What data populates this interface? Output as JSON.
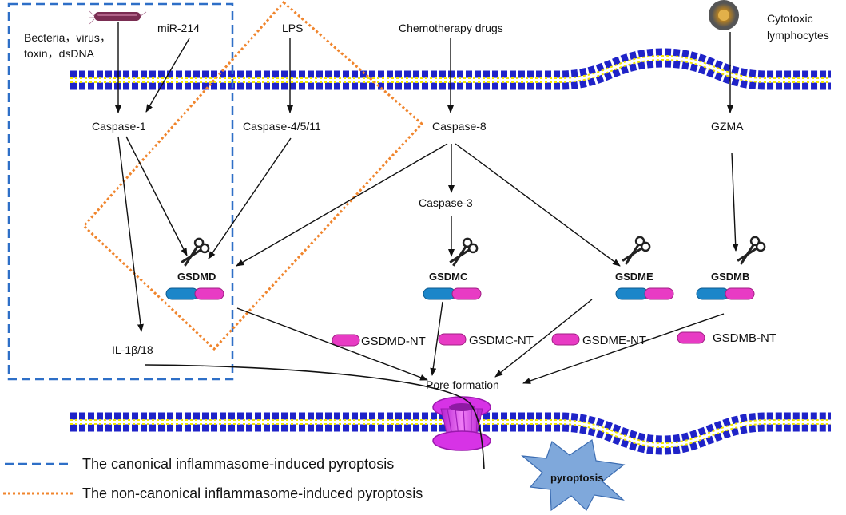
{
  "stimuli": {
    "bacteria": "Becteria，virus，",
    "bacteria_line2": "toxin，dsDNA",
    "mir214": "miR-214",
    "lps": "LPS",
    "chemo": "Chemotherapy drugs",
    "cytotoxic_line1": "Cytotoxic",
    "cytotoxic_line2": "lymphocytes"
  },
  "enzymes": {
    "caspase1": "Caspase-1",
    "caspase4511": "Caspase-4/5/11",
    "caspase8": "Caspase-8",
    "caspase3": "Caspase-3",
    "gzma": "GZMA",
    "il1b18": "IL-1β/18"
  },
  "gasdermins": {
    "gsdmd": "GSDMD",
    "gsdmc": "GSDMC",
    "gsdme": "GSDME",
    "gsdmb": "GSDMB"
  },
  "fragments": {
    "gsdmd_nt": "GSDMD-NT",
    "gsdmc_nt": "GSDMC-NT",
    "gsdme_nt": "GSDME-NT",
    "gsdmb_nt": "GSDMB-NT"
  },
  "pore": "Pore formation",
  "outcome": "pyroptosis",
  "legend": {
    "canonical": "The canonical inflammasome-induced pyroptosis",
    "noncanonical": "The non-canonical inflammasome-induced pyroptosis"
  },
  "colors": {
    "canonical_box": "#2e6fc7",
    "noncanonical_box": "#f0852d",
    "membrane_blue": "#1f23c8",
    "membrane_yellow": "#f2e600",
    "domain_blue": "#1b86c9",
    "domain_magenta": "#e83bc4",
    "pore_magenta": "#d733e6",
    "burst_blue": "#7fa8db"
  }
}
